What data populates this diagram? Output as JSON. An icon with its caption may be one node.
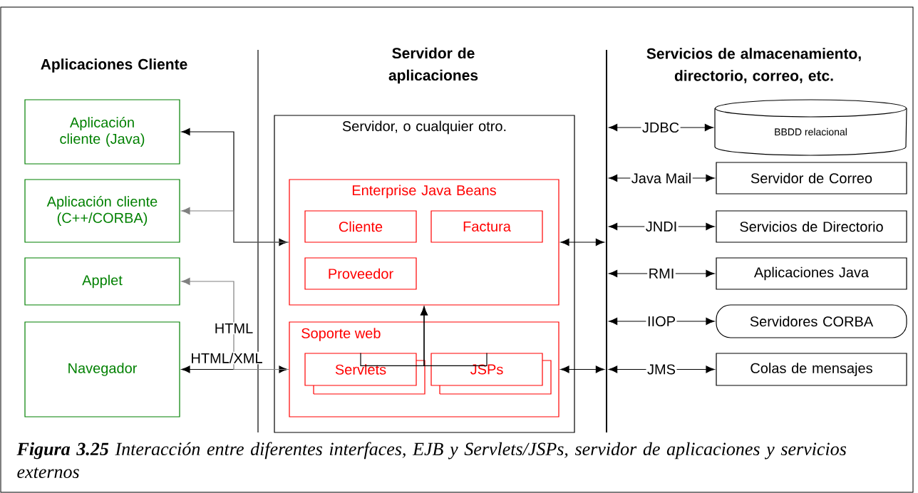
{
  "diagram": {
    "caption": "**Figura 3.25** Interacción entre diferentes interfaces, EJB y Servlets/JSPs, servidor de aplicaciones y servicios externos",
    "nodes": [
      {
        "text": [
          "Aplicación cliente (Java)"
        ]
      },
      {
        "text": [
          "Aplicación cliente (C++/CORBA)"
        ]
      },
      {
        "text": [
          "Applet"
        ]
      },
      {
        "text": [
          "Navegador"
        ]
      },
      {
        "text": [
          "Servidor, o cualquier otro."
        ]
      },
      {
        "text": [
          "Enterprise Java Beans"
        ],
        "in": 4
      },
      {
        "text": [
          "Cliente"
        ],
        "in": 5
      },
      {
        "text": [
          "Factura"
        ],
        "in": 5
      },
      {
        "text": [
          "Proveedor"
        ],
        "in": 5
      },
      {
        "text": [
          "Soporte web"
        ],
        "in": 4
      },
      {
        "text": [
          "Servlets"
        ],
        "in": 9
      },
      {
        "text": [
          "JSPs"
        ],
        "in": 9
      },
      {
        "text": [],
        "shape": "bar"
      },
      {
        "text": [
          "BBDD relacional"
        ]
      },
      {
        "text": [
          "Servidor de Correo"
        ]
      },
      {
        "text": [
          "Servicios de Directorio"
        ]
      },
      {
        "text": [
          "Aplicaciones Java"
        ]
      },
      {
        "text": [
          "Servidores CORBA"
        ]
      },
      {
        "text": [
          "Colas de mensajes"
        ]
      }
    ],
    "edges": [
      {
        "from": 0,
        "to": 5,
        "arrow": "both"
      },
      {
        "from": 5,
        "to": 1,
        "arrow": "to",
        "color": "#808080"
      },
      {
        "from": 3,
        "to": 9,
        "arrow": "both",
        "label": "HTML/XML"
      },
      {
        "from": 9,
        "to": 2,
        "arrow": "to",
        "label": "HTML",
        "color": "#808080"
      },
      {
        "from": 10,
        "to": 5,
        "arrow": "to"
      },
      {
        "from": 11,
        "to": 5,
        "arrow": "to"
      },
      {
        "from": 5,
        "to": 12,
        "arrow": "both"
      },
      {
        "from": 9,
        "to": 12,
        "arrow": "both"
      },
      {
        "from": 12,
        "to": 13,
        "arrow": "both",
        "label": "JDBC"
      },
      {
        "from": 12,
        "to": 14,
        "arrow": "both",
        "label": "Java Mail"
      },
      {
        "from": 12,
        "to": 15,
        "arrow": "both",
        "label": "JNDI"
      },
      {
        "from": 12,
        "to": 16,
        "arrow": "both",
        "label": "RMI"
      },
      {
        "from": 12,
        "to": 17,
        "arrow": "both",
        "label": "IIOP"
      },
      {
        "from": 12,
        "to": 18,
        "arrow": "both",
        "label": "JMS"
      }
    ],
    "labels": [
      "Aplicaciones Cliente",
      "Servidor de aplicaciones",
      "Servicios de almacenamiento, directorio, correo, etc."
    ]
  }
}
